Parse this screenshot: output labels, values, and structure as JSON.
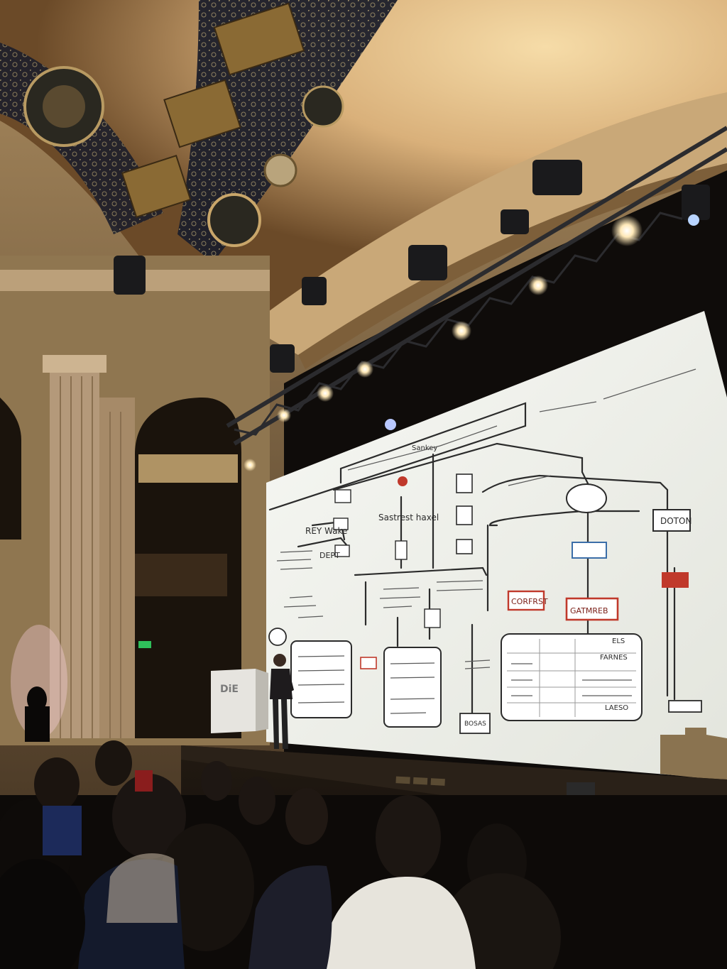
{
  "scene": {
    "colors": {
      "ceiling_warm": "#e8c690",
      "ceiling_shadow": "#7a5a32",
      "screen_white": "#f4f5f2",
      "screen_line": "#2b2b2b",
      "accent_red": "#c0392b",
      "accent_blue": "#3b6ea8",
      "stage": "#15110d",
      "audience": "#0d0a08"
    },
    "screen": {
      "top_label_1": "Sankey",
      "box_top_right": "DOTON",
      "box_red_left": "CORFRST",
      "box_red_right": "GATMREB",
      "box_bottom_mid": "BOSAS",
      "label_left": "REY Wake",
      "label_center": "Sastrest haxel",
      "label_center_2": "DEPT",
      "card_right_header": "ELS",
      "card_right_cell_1": "FARNES",
      "card_right_cell_2": "LAESO"
    },
    "podium_label": "DiE",
    "icons": [
      "truss-icon",
      "spotlight-icon",
      "exit-sign-icon"
    ]
  }
}
